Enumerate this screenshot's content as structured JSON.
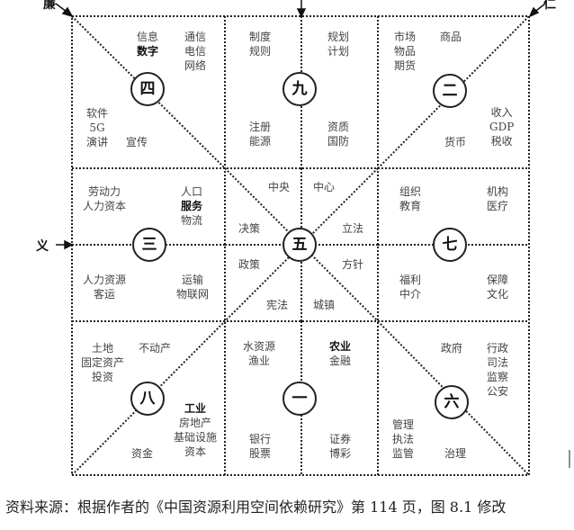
{
  "direction_labels": {
    "top_left": "廉",
    "top_right": "仁",
    "left": "义"
  },
  "cells": {
    "four": {
      "num": "四",
      "a": "信息",
      "a_bold": "数字",
      "b": "通信\n电信\n网络",
      "c": "软件\n5G\n演讲",
      "d": "宣传"
    },
    "nine": {
      "num": "九",
      "a": "制度\n规则",
      "b": "规划\n计划",
      "c": "注册\n能源",
      "d": "资质\n国防"
    },
    "two": {
      "num": "二",
      "a": "市场\n物品\n期货",
      "b": "商品",
      "c": "货币",
      "d": "收入\nGDP\n税收"
    },
    "three": {
      "num": "三",
      "a": "劳动力\n人力资本",
      "b": "人口",
      "b_bold": "服务",
      "b2": "物流",
      "c": "人力资源\n客运",
      "d": "运输\n物联网"
    },
    "five": {
      "num": "五",
      "a": "中央",
      "b": "中心",
      "c": "决策",
      "d": "立法",
      "e": "政策",
      "f": "方针",
      "g": "宪法",
      "h": "城镇"
    },
    "seven": {
      "num": "七",
      "a": "组织\n教育",
      "b": "机构\n医疗",
      "c": "福利\n中介",
      "d": "保障\n文化"
    },
    "eight": {
      "num": "八",
      "a": "土地\n固定资产\n投资",
      "b": "不动产",
      "c_bold": "工业",
      "c": "房地产\n基础设施\n资本",
      "d": "资金"
    },
    "one": {
      "num": "一",
      "a": "水资源\n渔业",
      "b_bold": "农业",
      "b": "金融",
      "c": "银行\n股票",
      "d": "证券\n博彩"
    },
    "six": {
      "num": "六",
      "a": "政府",
      "b": "行政\n司法\n监察\n公安",
      "c": "管理\n执法\n监管",
      "d": "治理"
    }
  },
  "source": "资料来源：根据作者的《中国资源利用空间依赖研究》第 114 页，图 8.1 修改"
}
